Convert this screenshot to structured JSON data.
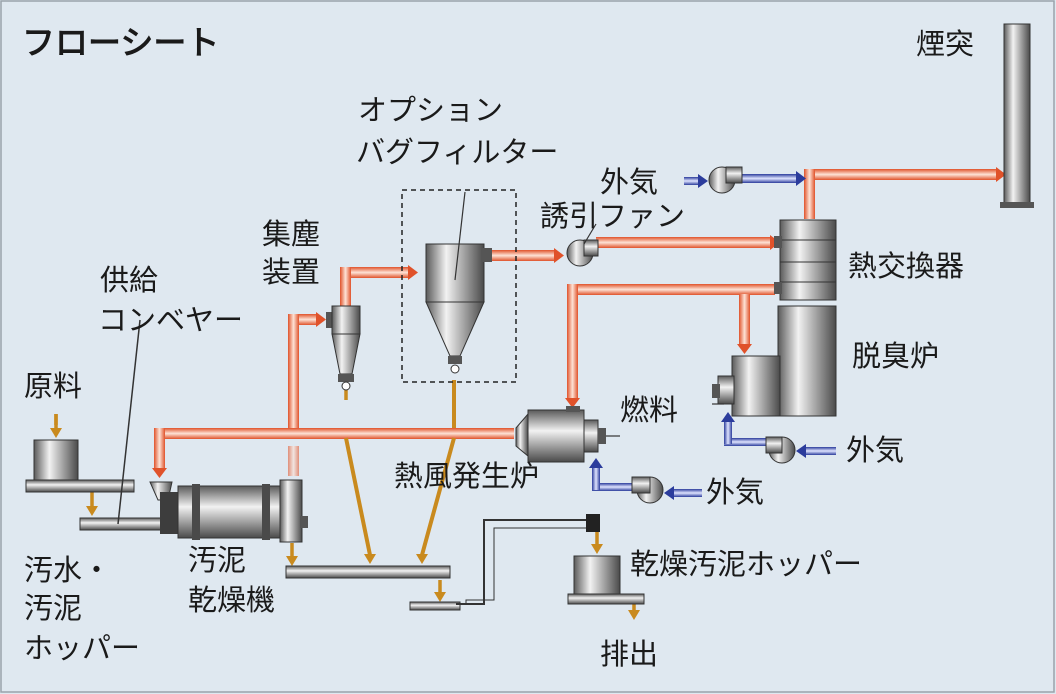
{
  "title": "フローシート",
  "labels": {
    "chimney": "煙突",
    "option_line1": "オプション",
    "option_line2": "バグフィルター",
    "outside_air_top": "外気",
    "induced_fan": "誘引ファン",
    "heat_exchanger": "熱交換器",
    "dust_collector_line1": "集塵",
    "dust_collector_line2": "装置",
    "supply_conveyor_line1": "供給",
    "supply_conveyor_line2": "コンベヤー",
    "raw_material": "原料",
    "deodorizing_furnace": "脱臭炉",
    "fuel": "燃料",
    "outside_air_right": "外気",
    "hot_air_generator": "熱風発生炉",
    "outside_air_bottom": "外気",
    "hopper_line1": "汚水・",
    "hopper_line2": "汚泥",
    "hopper_line3": "ホッパー",
    "dryer_line1": "汚泥",
    "dryer_line2": "乾燥機",
    "dried_hopper": "乾燥汚泥ホッパー",
    "discharge": "排出"
  },
  "colors": {
    "background": "#dfe8f0",
    "hot_gas": "#e0522a",
    "outside_air": "#2b3c9c",
    "sludge": "#c98a1e",
    "equipment": "#8a8a8a"
  }
}
